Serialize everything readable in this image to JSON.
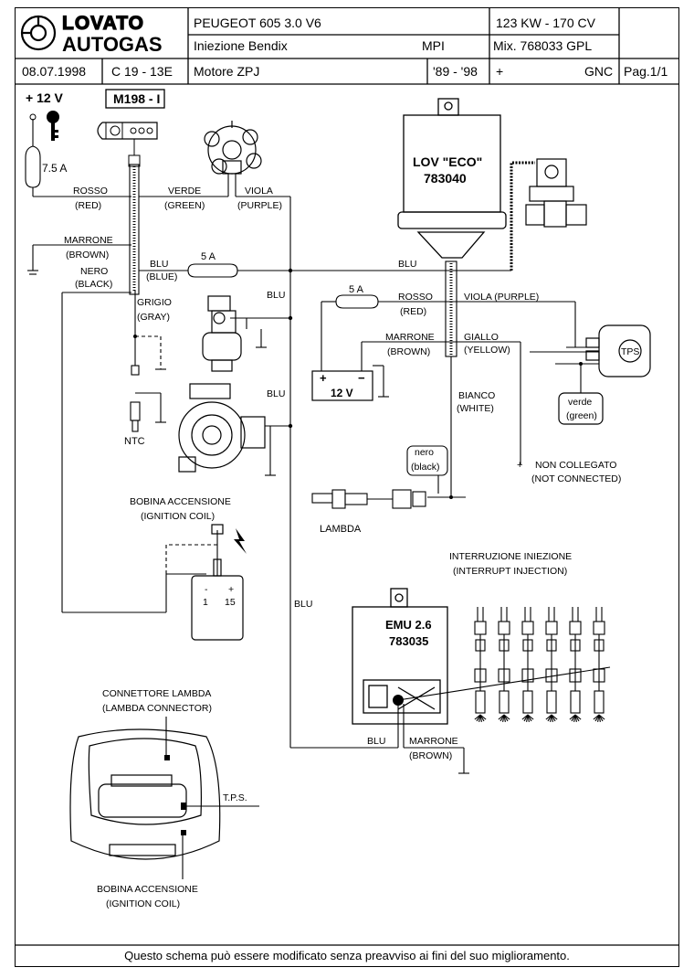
{
  "header": {
    "logo": {
      "line1": "LOVATO",
      "line2": "AUTOGAS"
    },
    "vehicle": "PEUGEOT  605   3.0   V6",
    "injection": "Iniezione  Bendix",
    "injection_type": "MPI",
    "power": "123 KW - 170 CV",
    "mixer": "Mix. 768033  GPL",
    "date": "08.07.1998",
    "code": "C 19 - 13E",
    "engine": "Motore   ZPJ",
    "years": "'89 - '98",
    "plus": "+",
    "fuel": "GNC",
    "page": "Pag.1/1"
  },
  "labels": {
    "plus12v": "+ 12 V",
    "switch_id": "M198 - I",
    "fuse_main": "7.5 A",
    "rosso": "ROSSO",
    "red": "(RED)",
    "verde": "VERDE",
    "green": "(GREEN)",
    "viola": "VIOLA",
    "purple": "(PURPLE)",
    "marrone": "MARRONE",
    "brown": "(BROWN)",
    "nero": "NERO",
    "black": "(BLACK)",
    "blu": "BLU",
    "blue": "(BLUE)",
    "fuse_5a": "5 A",
    "grigio": "GRIGIO",
    "gray": "(GRAY)",
    "ntc": "NTC",
    "ecu_name": "LOV \"ECO\"",
    "ecu_code": "783040",
    "viola_purple": "VIOLA (PURPLE)",
    "giallo": "GIALLO",
    "yellow": "(YELLOW)",
    "battery": "12 V",
    "battery_plus": "+",
    "battery_minus": "−",
    "tps": "TPS",
    "verde_small": "verde",
    "green_small": "(green)",
    "bianco": "BIANCO",
    "white": "(WHITE)",
    "nero_small": "nero",
    "black_small": "(black)",
    "non_collegato": "NON COLLEGATO",
    "not_connected": "(NOT CONNECTED)",
    "lambda": "LAMBDA",
    "coil_it": "BOBINA ACCENSIONE",
    "coil_en": "(IGNITION COIL)",
    "coil_minus": "-",
    "coil_plus": "+",
    "coil_1": "1",
    "coil_15": "15",
    "interrupt_it": "INTERRUZIONE INIEZIONE",
    "interrupt_en": "(INTERRUPT INJECTION)",
    "emu_name": "EMU 2.6",
    "emu_code": "783035",
    "lambda_conn_it": "CONNETTORE LAMBDA",
    "lambda_conn_en": "(LAMBDA CONNECTOR)",
    "tps_dot": "T.P.S.",
    "coil2_it": "BOBINA ACCENSIONE",
    "coil2_en": "(IGNITION COIL)"
  },
  "footer": "Questo schema può essere modificato senza preavviso ai fini del suo miglioramento."
}
